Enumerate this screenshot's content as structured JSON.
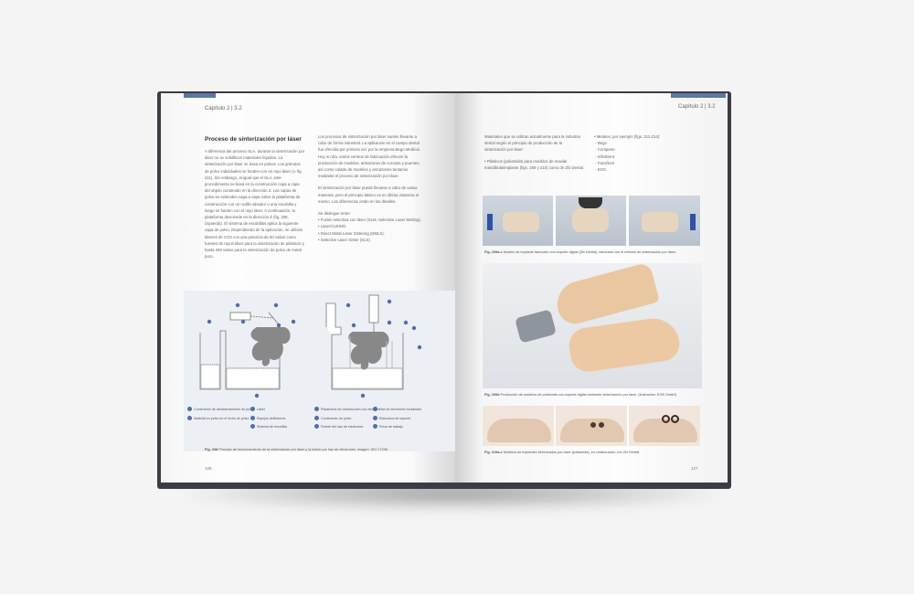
{
  "left_page": {
    "chapter": "Capítulo 2 | 3.2",
    "heading": "Proceso de sinterización por láser",
    "col1": "A diferencia del proceso SLA, durante la sinterización por láser no se solidifican materiales líquidos. La sinterización por láser se basa en polvos. Los gránulos de polvo individuales se funden con un rayo láser (v. fig. 211). Sin embargo, al igual que el SLA, este procedimiento se basa en la construcción capa a capa del objeto construido en la dirección Z. Las capas de polvo se extienden capa a capa sobre la plataforma de construcción con un rodillo alisador o una escobilla y luego se funden con el rayo láser. A continuación, la plataforma desciende en la dirección Z (fig. 208, izquierda). El sistema de escobillas aplica la siguiente capa de polvo. Dependiendo de la aplicación, se utilizan láseres de CO2 con una potencia de 50 vatios como fuentes de rayos láser para la sinterización de plásticos y hasta 250 vatios para la sinterización de polvo de metal puro.",
    "col2_p1": "Los procesos de sinterización por láser suelen llevarse a cabo de forma industrial. La aplicación en el campo dental fue ofrecida por primera vez por la empresa Bego Medical. Hoy en día, varios centros de fabricación ofrecen la producción de modelos, armazones de coronas y puentes, así como colado de modelos y armazones tentarios mediante el proceso de sinterización por láser.",
    "col2_p2": "El sinterización por láser puede llevarse a cabo de varias maneras, pero el principio básico es en última instancia el mismo. Las diferencias están en los detalles.",
    "col2_intro": "Se distingue entre:",
    "col2_list": [
      "Fusión selectiva con láser (SLM, Selective Laser Melting).",
      "LaserCUSING.",
      "Direct Metal Laser Sintering (DMLS).",
      "Selective Laser Sinter (SLS)."
    ],
    "legend": [
      "Contenedor de almacenamiento de polvo",
      "Material en polvo en el lecho de polvo",
      "Láser",
      "Espejos deflectores",
      "Sistema de escobilla",
      "Plataforma de construcción con elevador",
      "Contenedor de polvo",
      "Fuente del haz de electrones",
      "Haz de electrones focalizado",
      "Estructura de soporte",
      "Pieza de trabajo"
    ],
    "caption_label": "Fig. 208",
    "caption": "Principio de funcionamiento de la sinterización por láser y la fusión por haz de electrones. Imagen: ISO 17296.",
    "page_number": "126"
  },
  "right_page": {
    "chapter": "Capítulo 2 | 3.2",
    "intro": "Materiales que se utilizan actualmente para la industria dental según el principio de producción de la sinterización por láser:",
    "plastics": "Plásticos (poliamida) para modelos de maxilar mandíbula/implante (figs. 209 y 210) como de Zfx Dental.",
    "metals_label": "Metales, por ejemplo (figs. 211-214):",
    "metals": [
      "Bego",
      "Comparto",
      "InfiniDent",
      "Fazofisch",
      "EOS"
    ],
    "fig209ac_label": "Fig. 209a-c",
    "fig209ac": "Modelo de implante fabricado con soporte digital (Zfx Dental), fabricado con el método de sinterización por láser.",
    "fig209d_label": "Fig. 209d",
    "fig209d": "Producción de modelos de poliamida con soporte digital mediante sinterización por láser. (Ilustración: EOS GmbH)",
    "fig210_label": "Fig. 210a-c",
    "fig210": "Modelos de implantes sinterizados por láser (poliamida), en colaboración con Zfx Dental.",
    "page_number": "127"
  },
  "colors": {
    "accent": "#5b76a8",
    "cover": "#3a3d44",
    "background": "#f4f4f4"
  }
}
